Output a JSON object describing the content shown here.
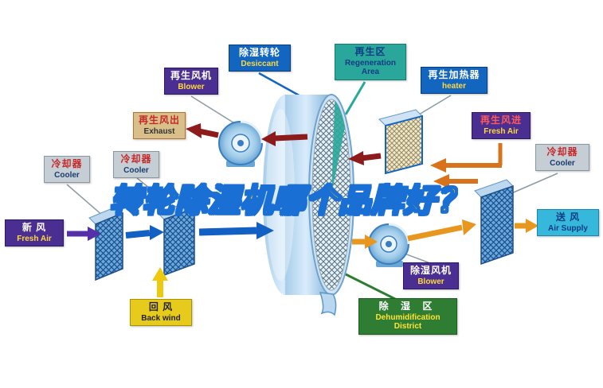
{
  "watermark": "转轮除湿机哪个品牌好？",
  "boxes": {
    "fresh_air_in": {
      "zh": "新  风",
      "en": "Fresh Air"
    },
    "cooler_a": {
      "zh": "冷却器",
      "en": "Cooler"
    },
    "cooler_b": {
      "zh": "冷却器",
      "en": "Cooler"
    },
    "back_wind": {
      "zh": "回  风",
      "en": "Back wind"
    },
    "regen_exhaust": {
      "zh": "再生风出",
      "en": "Exhaust"
    },
    "regen_blower": {
      "zh": "再生风机",
      "en": "Blower"
    },
    "desiccant": {
      "zh": "除湿转轮",
      "en": "Desiccant"
    },
    "regen_area": {
      "zh": "再生区",
      "en": "Regeneration Area"
    },
    "regen_heater": {
      "zh": "再生加热器",
      "en": "heater"
    },
    "regen_fresh_air": {
      "zh": "再生风进",
      "en": "Fresh Air"
    },
    "cooler_c": {
      "zh": "冷却器",
      "en": "Cooler"
    },
    "air_supply": {
      "zh": "送  风",
      "en": "Air Supply"
    },
    "dehumid_blower": {
      "zh": "除湿风机",
      "en": "Blower"
    },
    "dehumid_district": {
      "zh": "除 湿 区",
      "en": "Dehumidification District"
    }
  },
  "palette": {
    "box_purple": "#4b2e91",
    "box_blue": "#1266c0",
    "box_teal": "#2aa79b",
    "box_gray": "#c5ced4",
    "box_tan": "#d9c08a",
    "box_yellow": "#e7cb1c",
    "box_cyan": "#35b8dc",
    "box_green": "#2f7d32",
    "arrow_dark_red": "#8e1b1b",
    "arrow_orange": "#d8731c",
    "arrow_process_orange": "#e8971e",
    "arrow_blue": "#1260c4",
    "arrow_purple": "#5630a8",
    "arrow_yellow": "#edc90f",
    "watermark_fill": "#ffd400",
    "watermark_stroke": "#1a6fd4"
  }
}
